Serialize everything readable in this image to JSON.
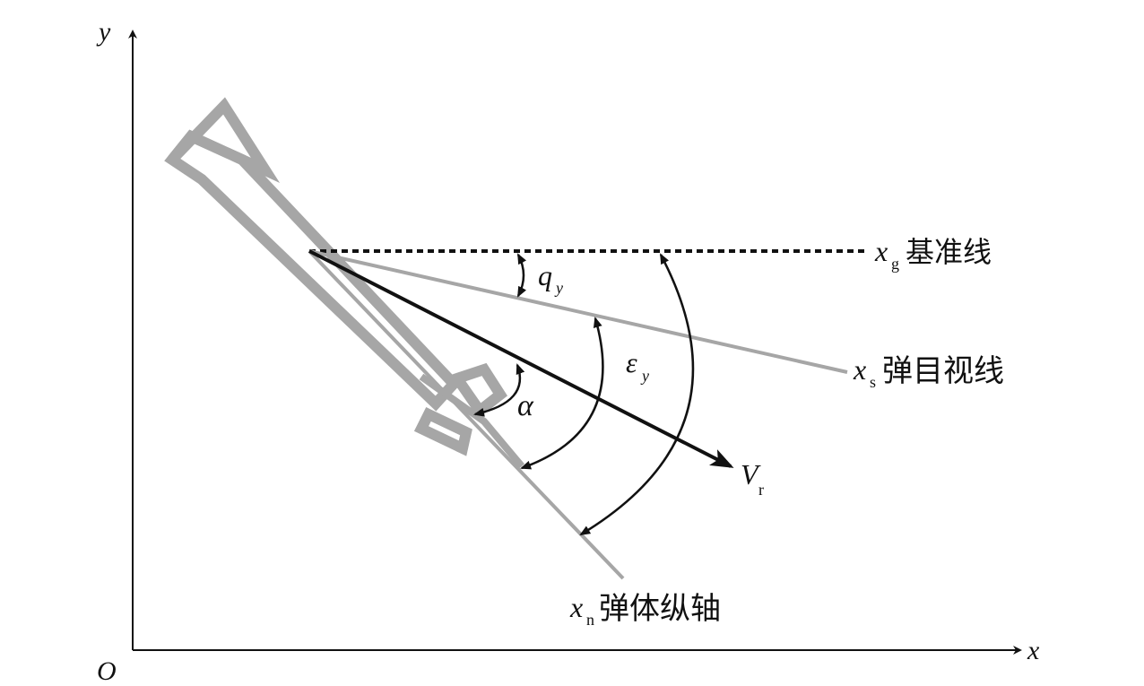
{
  "axes": {
    "y_label": "y",
    "x_label": "x",
    "origin_label": "O"
  },
  "lines": {
    "reference": {
      "symbol": "x",
      "subscript": "g",
      "name": "基准线",
      "style": "dashed"
    },
    "line_of_sight": {
      "symbol": "x",
      "subscript": "s",
      "name": "弹目视线"
    },
    "body_axis": {
      "symbol": "x",
      "subscript": "n",
      "name": "弹体纵轴"
    },
    "velocity": {
      "symbol": "V",
      "subscript": "r"
    }
  },
  "angles": {
    "q": {
      "symbol": "q",
      "subscript": "y"
    },
    "epsilon": {
      "symbol": "ε",
      "subscript": "y"
    },
    "alpha": {
      "symbol": "α"
    }
  },
  "colors": {
    "axis": "#111111",
    "body": "#a6a6a6",
    "line_of_sight": "#a6a6a6",
    "velocity": "#111111"
  }
}
